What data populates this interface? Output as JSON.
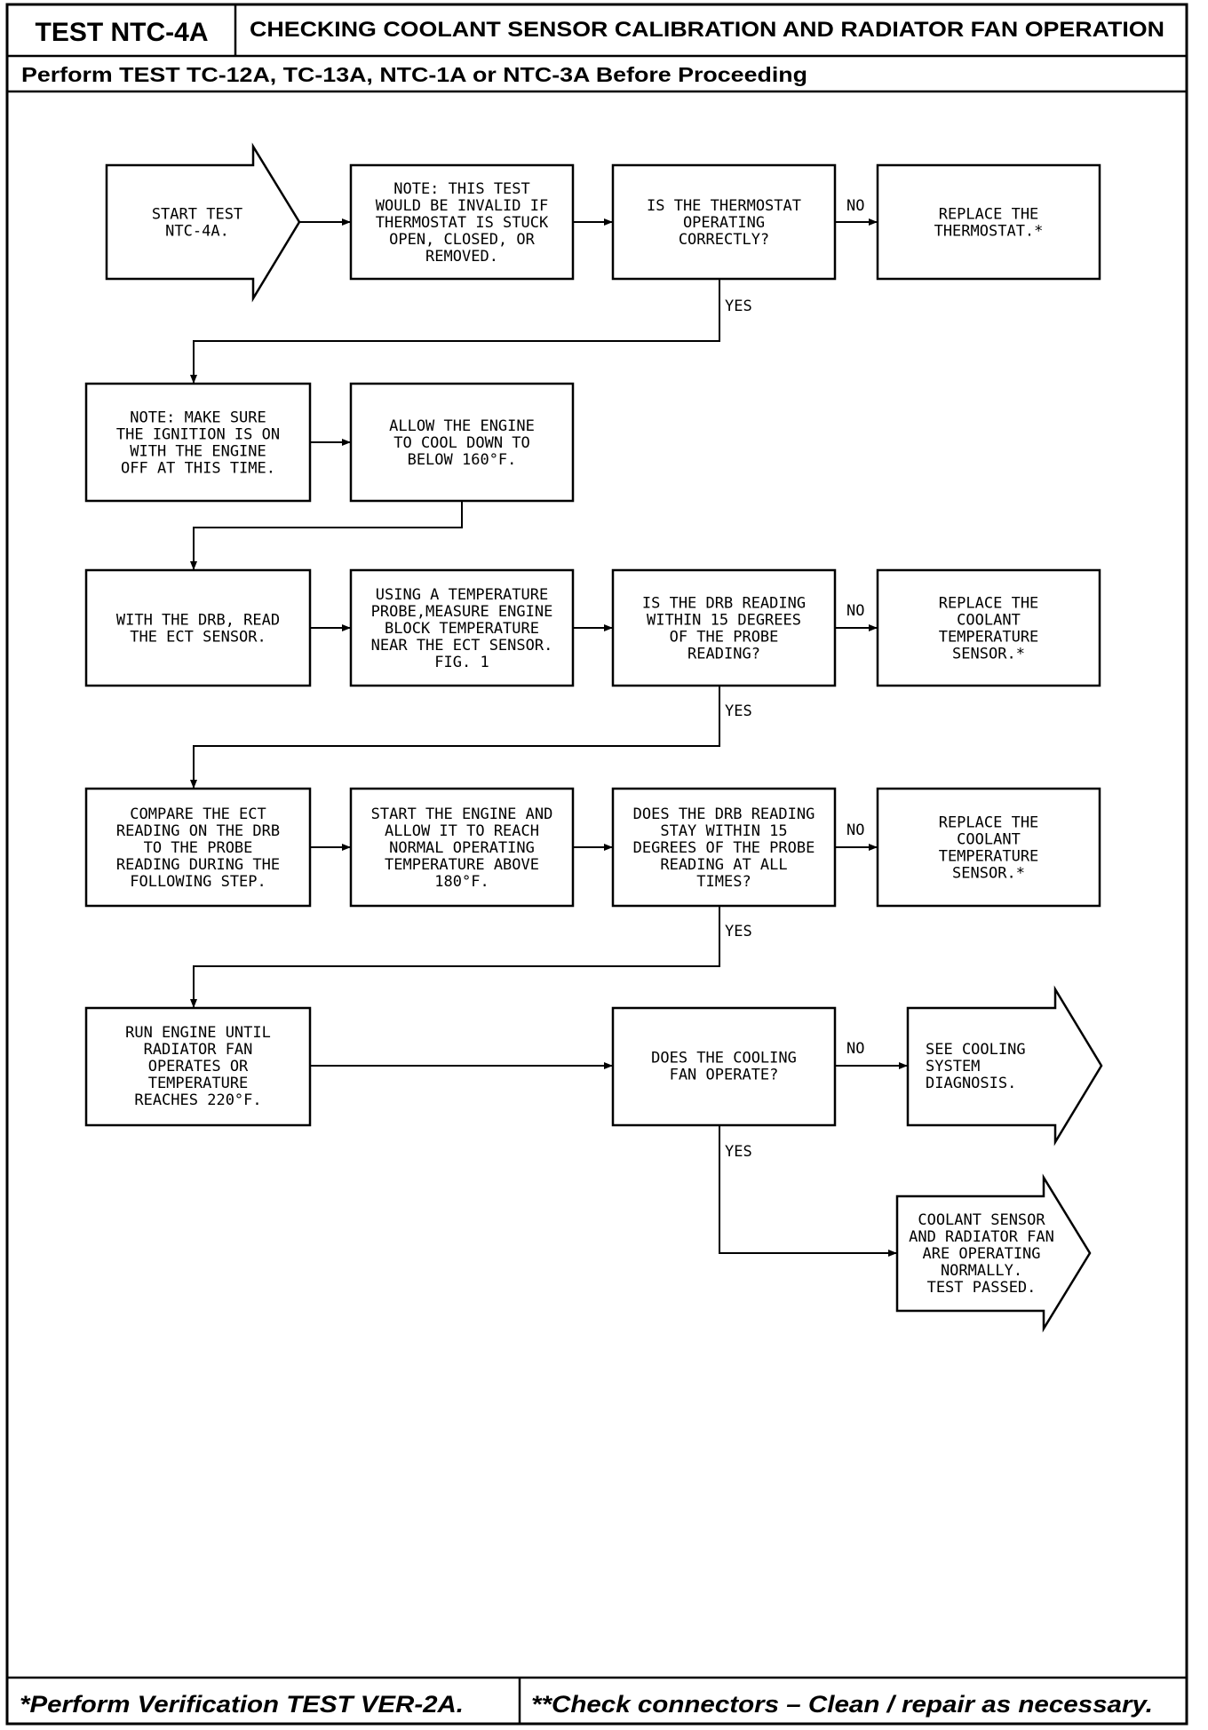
{
  "header": {
    "test_id": "TEST NTC-4A",
    "title": "CHECKING COOLANT SENSOR CALIBRATION AND RADIATOR FAN OPERATION",
    "subtitle": "Perform TEST TC-12A, TC-13A, NTC-1A or NTC-3A Before Proceeding"
  },
  "nodes": {
    "start": [
      "START TEST",
      "NTC-4A."
    ],
    "note_thermostat": [
      "NOTE: THIS TEST",
      "WOULD BE INVALID IF",
      "THERMOSTAT IS STUCK",
      "OPEN, CLOSED, OR",
      "REMOVED."
    ],
    "q_thermostat": [
      "IS THE THERMOSTAT",
      "OPERATING",
      "CORRECTLY?"
    ],
    "replace_thermostat": [
      "REPLACE THE",
      "THERMOSTAT.*"
    ],
    "note_ignition": [
      "NOTE: MAKE SURE",
      "THE IGNITION IS ON",
      "WITH THE ENGINE",
      "OFF AT THIS TIME."
    ],
    "cool_down": [
      "ALLOW THE ENGINE",
      "TO COOL DOWN TO",
      "BELOW 160°F."
    ],
    "read_ect": [
      "WITH THE DRB, READ",
      "THE ECT SENSOR."
    ],
    "probe_measure": [
      "USING A TEMPERATURE",
      "PROBE,MEASURE ENGINE",
      "BLOCK TEMPERATURE",
      "NEAR THE ECT SENSOR.",
      "FIG. 1"
    ],
    "q_within15": [
      "IS THE DRB READING",
      "WITHIN 15 DEGREES",
      "OF THE PROBE",
      "READING?"
    ],
    "replace_sensor_1": [
      "REPLACE THE",
      "COOLANT",
      "TEMPERATURE",
      "SENSOR.*"
    ],
    "compare_ect": [
      "COMPARE THE ECT",
      "READING ON THE DRB",
      "TO THE PROBE",
      "READING DURING THE",
      "FOLLOWING STEP."
    ],
    "start_engine": [
      "START THE ENGINE AND",
      "ALLOW IT TO REACH",
      "NORMAL OPERATING",
      "TEMPERATURE ABOVE",
      "180°F."
    ],
    "q_stay15": [
      "DOES THE DRB READING",
      "STAY WITHIN 15",
      "DEGREES OF THE PROBE",
      "READING AT ALL",
      "TIMES?"
    ],
    "replace_sensor_2": [
      "REPLACE THE",
      "COOLANT",
      "TEMPERATURE",
      "SENSOR.*"
    ],
    "run_engine": [
      "RUN ENGINE UNTIL",
      "RADIATOR FAN",
      "OPERATES OR",
      "TEMPERATURE",
      "REACHES 220°F."
    ],
    "q_fan": [
      "DOES THE COOLING",
      "FAN OPERATE?"
    ],
    "see_cooling": [
      "SEE COOLING",
      "SYSTEM",
      "DIAGNOSIS."
    ],
    "test_passed": [
      "COOLANT SENSOR",
      "AND RADIATOR FAN",
      "ARE OPERATING",
      "NORMALLY.",
      "TEST PASSED."
    ]
  },
  "labels": {
    "yes": "YES",
    "no": "NO"
  },
  "footer": {
    "left": "*Perform Verification TEST VER-2A.",
    "right": "**Check connectors – Clean / repair as necessary."
  }
}
